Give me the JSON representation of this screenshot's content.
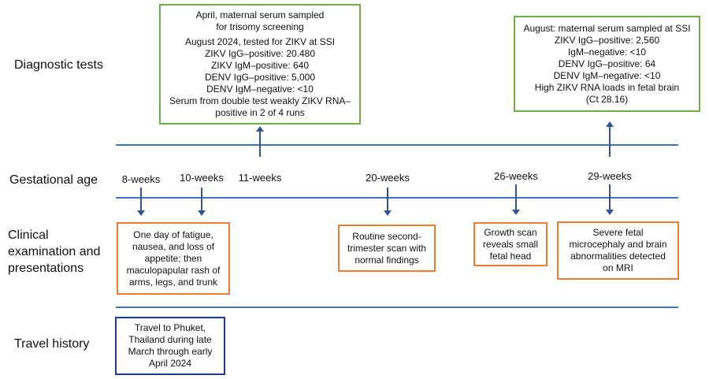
{
  "rows": {
    "diagnostic": "Diagnostic tests",
    "gestational": "Gestational age",
    "clinical": [
      "Clinical",
      "examination and",
      "presentations"
    ],
    "travel": "Travel history"
  },
  "weeks": [
    "8-weeks",
    "10-weeks",
    "11-weeks",
    "20-weeks",
    "26-weeks",
    "29-weeks"
  ],
  "diag_box_april": [
    "April, maternal serum sampled",
    "for trisomy screening",
    "August 2024, tested for ZIKV at SSI",
    "ZIKV IgG–positive: 20.480",
    "ZIKV IgM–positive: 640",
    "DENV IgG–positive: 5,000",
    "DENV IgM–negative: <10",
    "Serum from double test weakly ZIKV RNA–",
    "positive in 2 of 4 runs"
  ],
  "diag_box_august": [
    "August: maternal serum sampled at SSI",
    "ZIKV IgG–positive: 2,560",
    "IgM–negative: <10",
    "DENV IgG–positive: 64",
    "DENV  IgM–negative: <10",
    "High ZIKV RNA loads in fetal brain",
    "(Ct 28.16)"
  ],
  "clinical_boxes": [
    [
      "One day of fatigue,",
      "nausea, and loss of",
      "appetite; then",
      "maculopapular rash of",
      "arms, legs, and trunk"
    ],
    [
      "Routine second-",
      "trimester scan with",
      "normal findings"
    ],
    [
      "Growth scan",
      "reveals small",
      "fetal head"
    ],
    [
      "Severe fetal",
      "microcephaly and brain",
      "abnormalities detected",
      "on MRI"
    ]
  ],
  "travel_box": [
    "Travel to Phuket,",
    "Thailand during late",
    "March through early",
    "April 2024"
  ],
  "colors": {
    "timeline": "#4472c4",
    "arrow": "#2f5597",
    "diagnostic_border": "#70ad47",
    "clinical_border": "#ed7d31",
    "travel_border": "#1f3b8c"
  }
}
